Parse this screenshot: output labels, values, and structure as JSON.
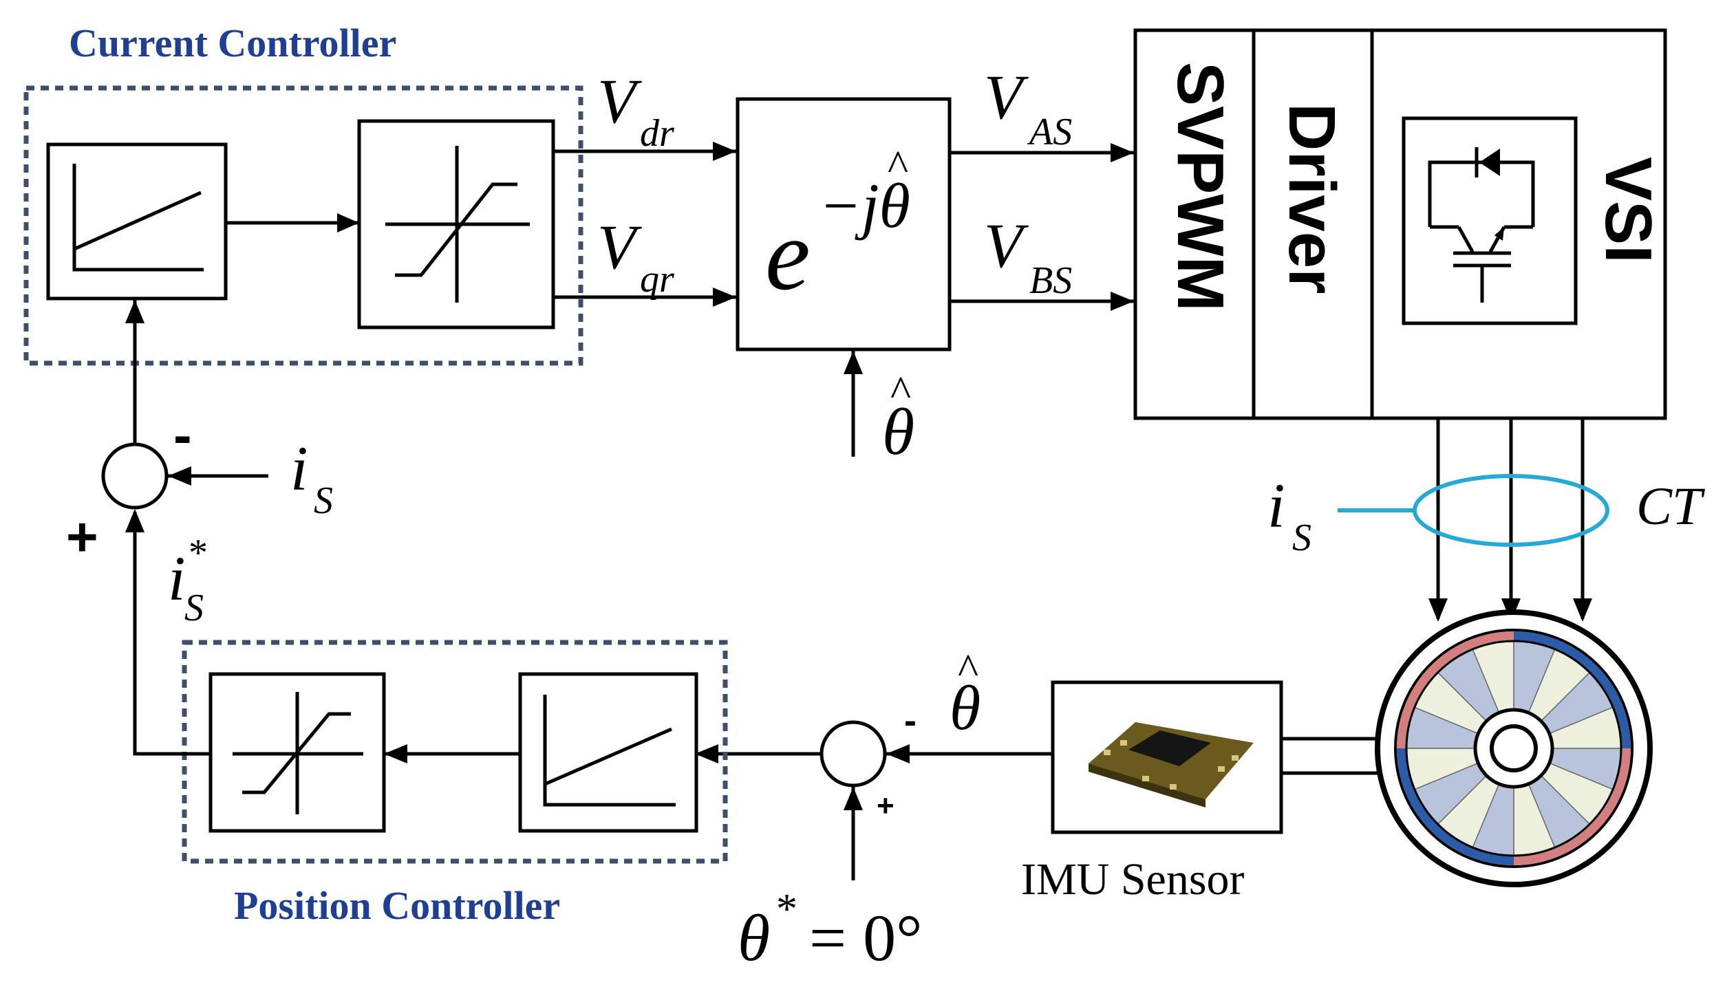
{
  "current_controller": {
    "title": "Current Controller"
  },
  "position_controller": {
    "title": "Position Controller"
  },
  "signals": {
    "vdr_main": "V",
    "vdr_sub": "dr",
    "vqr_main": "V",
    "vqr_sub": "qr",
    "vas_main": "V",
    "vas_sub": "AS",
    "vbs_main": "V",
    "vbs_sub": "BS",
    "is_main": "i",
    "is_sub": "S",
    "is_star_main": "i",
    "is_star_sub": "S",
    "is_star_sup": "*",
    "theta_hat": "θ",
    "hat": "^",
    "theta_ref": "θ",
    "theta_ref_sup": "*",
    "theta_ref_value": "= 0°"
  },
  "transform": {
    "base": "e",
    "exponent": "−jθ"
  },
  "inverter": {
    "svpwm_label": "SVPWM",
    "driver_label": "Driver",
    "vsi_label": "VSI"
  },
  "ct": {
    "current_main": "i",
    "current_sub": "S",
    "label": "CT"
  },
  "imu": {
    "label": "IMU Sensor"
  },
  "signs": {
    "current_sum_minus": "-",
    "current_sum_plus": "+",
    "position_sum_minus": "-",
    "position_sum_plus": "+"
  },
  "colors": {
    "controller_title": "#1f3f95",
    "dotted_border": "#3f4f6a",
    "ct_loop": "#27a9d8",
    "motor_red": "#d47f7f",
    "motor_blue": "#2b5ca8",
    "motor_sector_dark": "#b8c4dc",
    "motor_sector_light": "#ecf0dc"
  }
}
